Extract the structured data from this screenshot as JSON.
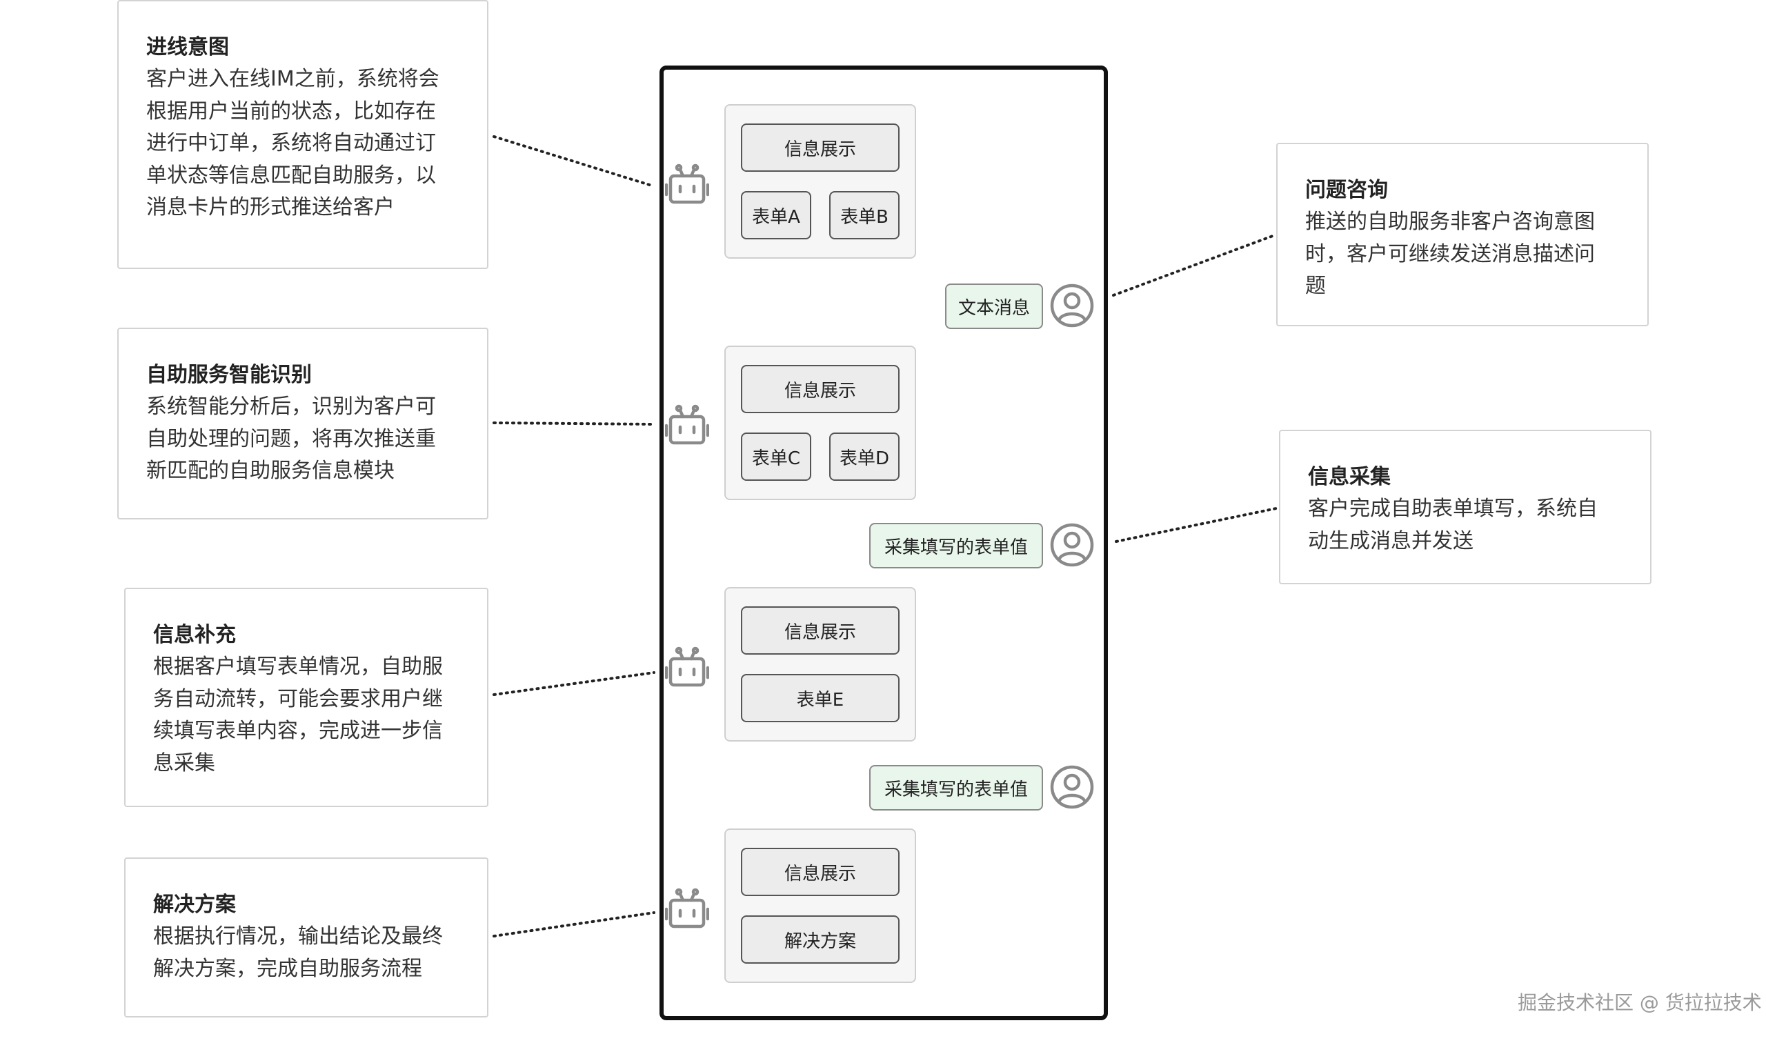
{
  "notes": [
    {
      "title": "进线意图",
      "lines": [
        "客户进入在线IM之前，系统将会",
        "根据用户当前的状态，比如存在",
        "进行中订单，系统将自动通过订",
        "单状态等信息匹配自助服务，以",
        "消息卡片的形式推送给客户"
      ]
    },
    {
      "title": "自助服务智能识别",
      "lines": [
        "系统智能分析后，识别为客户可",
        "自助处理的问题，将再次推送重",
        "新匹配的自助服务信息模块"
      ]
    },
    {
      "title": "信息补充",
      "lines": [
        "根据客户填写表单情况，自助服",
        "务自动流转，可能会要求用户继",
        "续填写表单内容，完成进一步信",
        "息采集"
      ]
    },
    {
      "title": "解决方案",
      "lines": [
        "根据执行情况，输出结论及最终",
        "解决方案，完成自助服务流程"
      ]
    },
    {
      "title": "问题咨询",
      "lines": [
        "推送的自助服务非客户咨询意图",
        "时，客户可继续发送消息描述问",
        "题"
      ]
    },
    {
      "title": "信息采集",
      "lines": [
        "客户完成自助表单填写，系统自",
        "动生成消息并发送"
      ]
    }
  ],
  "cards": [
    {
      "info_label": "信息展示",
      "form_a": "表单A",
      "form_b": "表单B"
    },
    {
      "info_label": "信息展示",
      "form_c": "表单C",
      "form_d": "表单D"
    },
    {
      "info_label": "信息展示",
      "form_e": "表单E"
    },
    {
      "info_label": "信息展示",
      "solution": "解决方案"
    }
  ],
  "bubbles": [
    "文本消息",
    "采集填写的表单值",
    "采集填写的表单值"
  ],
  "watermark": "掘金技术社区 @ 货拉拉技术"
}
